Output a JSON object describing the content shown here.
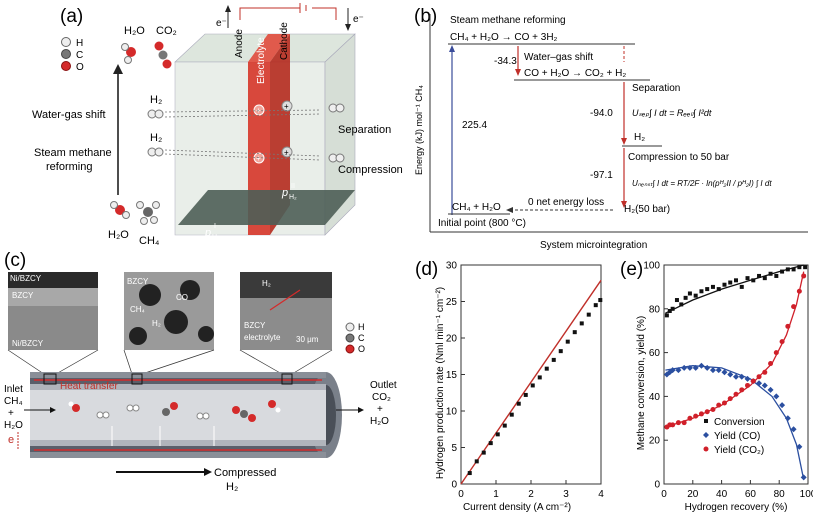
{
  "panel_a": {
    "label": "(a)",
    "legend": [
      "H",
      "C",
      "O"
    ],
    "species_top": [
      "H₂O",
      "CO₂"
    ],
    "species_bottom": [
      "H₂O",
      "CH₄"
    ],
    "electrode_labels": [
      "Anode",
      "Electrolyte",
      "Cathode"
    ],
    "e_left": "e⁻",
    "e_right": "e⁻",
    "process_left": [
      "Water-gas shift",
      "Steam methane",
      "reforming"
    ],
    "process_right": [
      "Separation",
      "Compression"
    ],
    "h2": "H₂",
    "p_left": "p",
    "p_left_sub": "H₂",
    "p_left_sup": "I",
    "p_right": "p",
    "p_right_sub": "H₂",
    "p_right_sup": "II"
  },
  "panel_b": {
    "label": "(b)",
    "title": "Steam methane reforming",
    "reaction1": "CH₄ + H₂O → CO + 3H₂",
    "wgs_title": "Water–gas shift",
    "reaction2": "CO + H₂O → CO₂ + H₂",
    "val_wgs": "-34.3",
    "val_total": "225.4",
    "sep_title": "Separation",
    "val_sep": "-94.0",
    "eq_sep": "Uₛₑₚ∫ I dt = Rₑₑₗₗ∫ I²dt",
    "h2": "H₂",
    "comp_title": "Compression to 50 bar",
    "val_comp": "-97.1",
    "eq_comp": "Uₙₑₙₛₜ∫ I dt = RT/2F · ln(pᴴ₂II / pᴴ₂I) ∫ I dt",
    "start": "CH₄ + H₂O",
    "net": "0 net energy loss",
    "end": "H₂(50 bar)",
    "initial": "Initial point (800 °C)",
    "ylabel": "Energy (kJ) mol⁻¹ CH₄",
    "xlabel": "System microintegration"
  },
  "panel_c": {
    "label": "(c)",
    "inset1": [
      "Ni/BZCY",
      "BZCY",
      "Ni/BZCY"
    ],
    "inset2": [
      "BZCY",
      "CH₄",
      "CO",
      "H₂"
    ],
    "inset3": [
      "H₂",
      "BZCY",
      "electrolyte",
      "30 μm"
    ],
    "legend": [
      "H",
      "C",
      "O"
    ],
    "heat": "Heat transfer",
    "inlet": [
      "Inlet",
      "CH₄",
      "+",
      "H₂O"
    ],
    "outlet": [
      "Outlet",
      "CO₂",
      "+",
      "H₂O"
    ],
    "e": "e",
    "compressed": [
      "Compressed",
      "H₂"
    ]
  },
  "chart_data": [
    {
      "panel": "(d)",
      "type": "scatter",
      "xlabel": "Current density (A cm⁻²)",
      "ylabel": "Hydrogen production rate (Nml min⁻¹ cm⁻²)",
      "xlim": [
        0,
        4
      ],
      "ylim": [
        0,
        30
      ],
      "xticks": [
        0,
        1,
        2,
        3,
        4
      ],
      "yticks": [
        0,
        5,
        10,
        15,
        20,
        25,
        30
      ],
      "line": {
        "x": [
          0,
          4
        ],
        "y": [
          0,
          27.9
        ]
      },
      "x": [
        0.25,
        0.45,
        0.65,
        0.85,
        1.05,
        1.25,
        1.45,
        1.65,
        1.85,
        2.05,
        2.25,
        2.45,
        2.65,
        2.85,
        3.05,
        3.25,
        3.45,
        3.65,
        3.85,
        3.98
      ],
      "y": [
        1.5,
        3.1,
        4.3,
        5.6,
        6.8,
        8.0,
        9.5,
        11.0,
        12.2,
        13.5,
        14.6,
        15.8,
        17.0,
        18.2,
        19.5,
        20.8,
        22.0,
        23.2,
        24.5,
        25.2
      ]
    },
    {
      "panel": "(e)",
      "type": "scatter",
      "xlabel": "Hydrogen recovery (%)",
      "ylabel": "Methane conversion, yield (%)",
      "xlim": [
        0,
        100
      ],
      "ylim": [
        0,
        100
      ],
      "xticks": [
        0,
        20,
        40,
        60,
        80,
        100
      ],
      "yticks": [
        0,
        20,
        40,
        60,
        80,
        100
      ],
      "series": [
        {
          "name": "Conversion",
          "color": "#111111",
          "marker": "square",
          "x": [
            2,
            4,
            6,
            9,
            12,
            15,
            18,
            22,
            26,
            30,
            34,
            38,
            42,
            46,
            50,
            54,
            58,
            62,
            66,
            70,
            74,
            78,
            82,
            86,
            90,
            94,
            98
          ],
          "y": [
            77,
            79,
            80,
            84,
            82,
            85,
            87,
            86,
            88,
            89,
            90,
            89,
            91,
            92,
            93,
            90,
            94,
            93,
            95,
            94,
            96,
            95,
            97,
            98,
            98,
            99,
            99
          ],
          "fit": {
            "x": [
              1,
              20,
              40,
              60,
              80,
              97
            ],
            "y": [
              78,
              84,
              89,
              93,
              97,
              100
            ]
          }
        },
        {
          "name": "Yield (CO)",
          "color": "#2b4fa0",
          "marker": "diamond",
          "x": [
            2,
            4,
            6,
            10,
            14,
            18,
            22,
            26,
            30,
            34,
            38,
            42,
            46,
            50,
            54,
            58,
            62,
            66,
            70,
            74,
            78,
            82,
            86,
            90,
            94,
            97
          ],
          "y": [
            50,
            51,
            52,
            52,
            53,
            53,
            53,
            54,
            53,
            52,
            52,
            51,
            50,
            49,
            49,
            48,
            47,
            46,
            45,
            43,
            40,
            36,
            30,
            25,
            17,
            3
          ],
          "fit": {
            "x": [
              1,
              20,
              40,
              60,
              75,
              85,
              92,
              97
            ],
            "y": [
              52,
              54,
              53,
              48,
              40,
              30,
              18,
              2
            ]
          }
        },
        {
          "name": "Yield (CO₂)",
          "color": "#d0202a",
          "marker": "circle",
          "x": [
            2,
            4,
            6,
            10,
            14,
            18,
            22,
            26,
            30,
            34,
            38,
            42,
            46,
            50,
            54,
            58,
            62,
            66,
            70,
            74,
            78,
            82,
            86,
            90,
            94,
            97
          ],
          "y": [
            26,
            27,
            27,
            28,
            28,
            30,
            31,
            32,
            33,
            34,
            36,
            37,
            39,
            41,
            43,
            45,
            47,
            49,
            51,
            55,
            60,
            65,
            72,
            81,
            88,
            95
          ],
          "fit": {
            "x": [
              1,
              20,
              40,
              60,
              75,
              85,
              92,
              97
            ],
            "y": [
              26,
              30,
              36,
              45,
              55,
              68,
              82,
              97
            ]
          }
        }
      ]
    }
  ]
}
